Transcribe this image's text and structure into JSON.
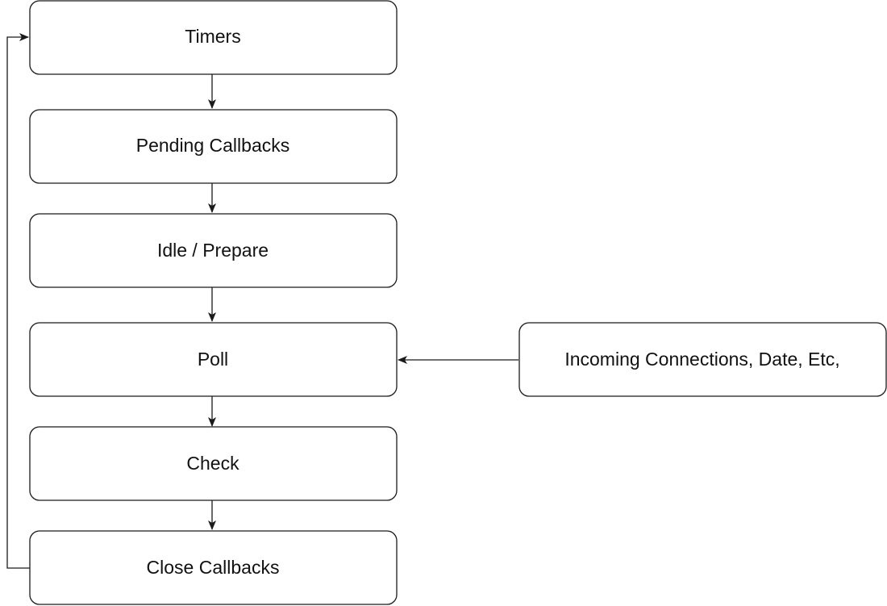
{
  "colors": {
    "stroke": "#1a1a1a",
    "fill": "#ffffff",
    "text": "#111111"
  },
  "phases": [
    {
      "label": "Timers"
    },
    {
      "label": "Pending Callbacks"
    },
    {
      "label": "Idle / Prepare"
    },
    {
      "label": "Poll"
    },
    {
      "label": "Check"
    },
    {
      "label": "Close Callbacks"
    }
  ],
  "input": {
    "label": "Incoming Connections, Date, Etc,"
  }
}
